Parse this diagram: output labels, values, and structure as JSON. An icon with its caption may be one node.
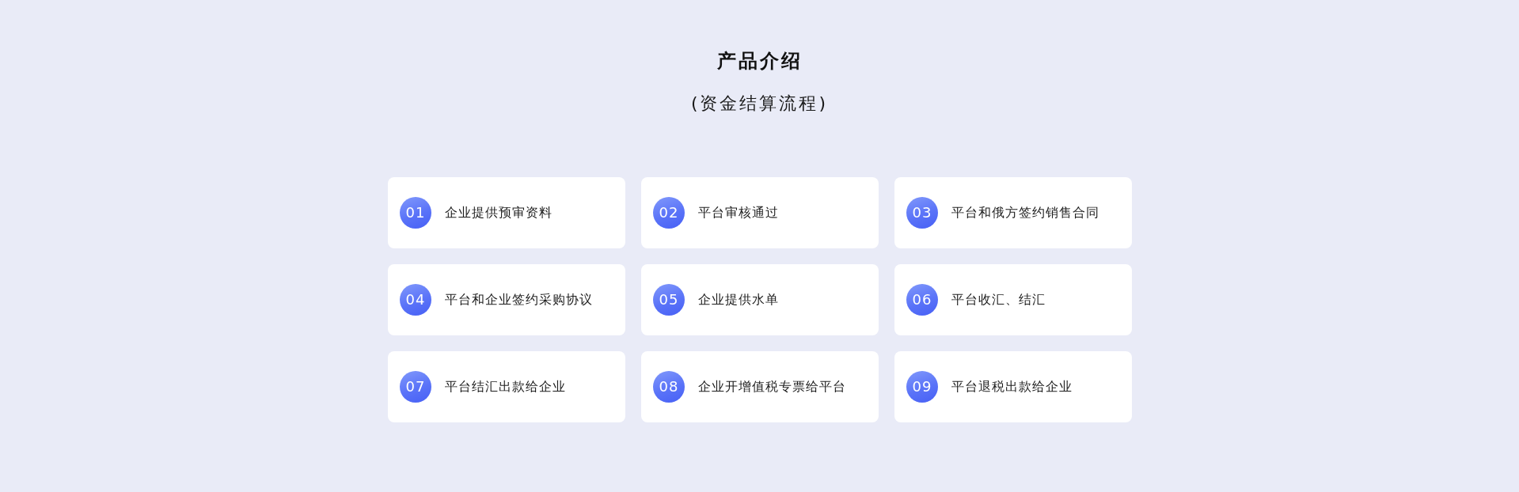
{
  "diagram": {
    "title": "产品介绍",
    "labels": [
      "(资金结算流程)"
    ],
    "nodes": [
      {
        "text": [
          "企业提供预审资料"
        ]
      },
      {
        "text": [
          "01"
        ],
        "in": 0
      },
      {
        "text": [
          "平台审核通过"
        ]
      },
      {
        "text": [
          "02"
        ],
        "in": 2
      },
      {
        "text": [
          "平台和俄方签约销售合同"
        ]
      },
      {
        "text": [
          "03"
        ],
        "in": 4
      },
      {
        "text": [
          "平台和企业签约采购协议"
        ]
      },
      {
        "text": [
          "04"
        ],
        "in": 6
      },
      {
        "text": [
          "企业提供水单"
        ]
      },
      {
        "text": [
          "05"
        ],
        "in": 8
      },
      {
        "text": [
          "平台收汇、结汇"
        ]
      },
      {
        "text": [
          "06"
        ],
        "in": 10
      },
      {
        "text": [
          "平台结汇出款给企业"
        ]
      },
      {
        "text": [
          "07"
        ],
        "in": 12
      },
      {
        "text": [
          "企业开增值税专票给平台"
        ]
      },
      {
        "text": [
          "08"
        ],
        "in": 14
      },
      {
        "text": [
          "平台退税出款给企业"
        ]
      },
      {
        "text": [
          "09"
        ],
        "in": 16
      }
    ]
  }
}
